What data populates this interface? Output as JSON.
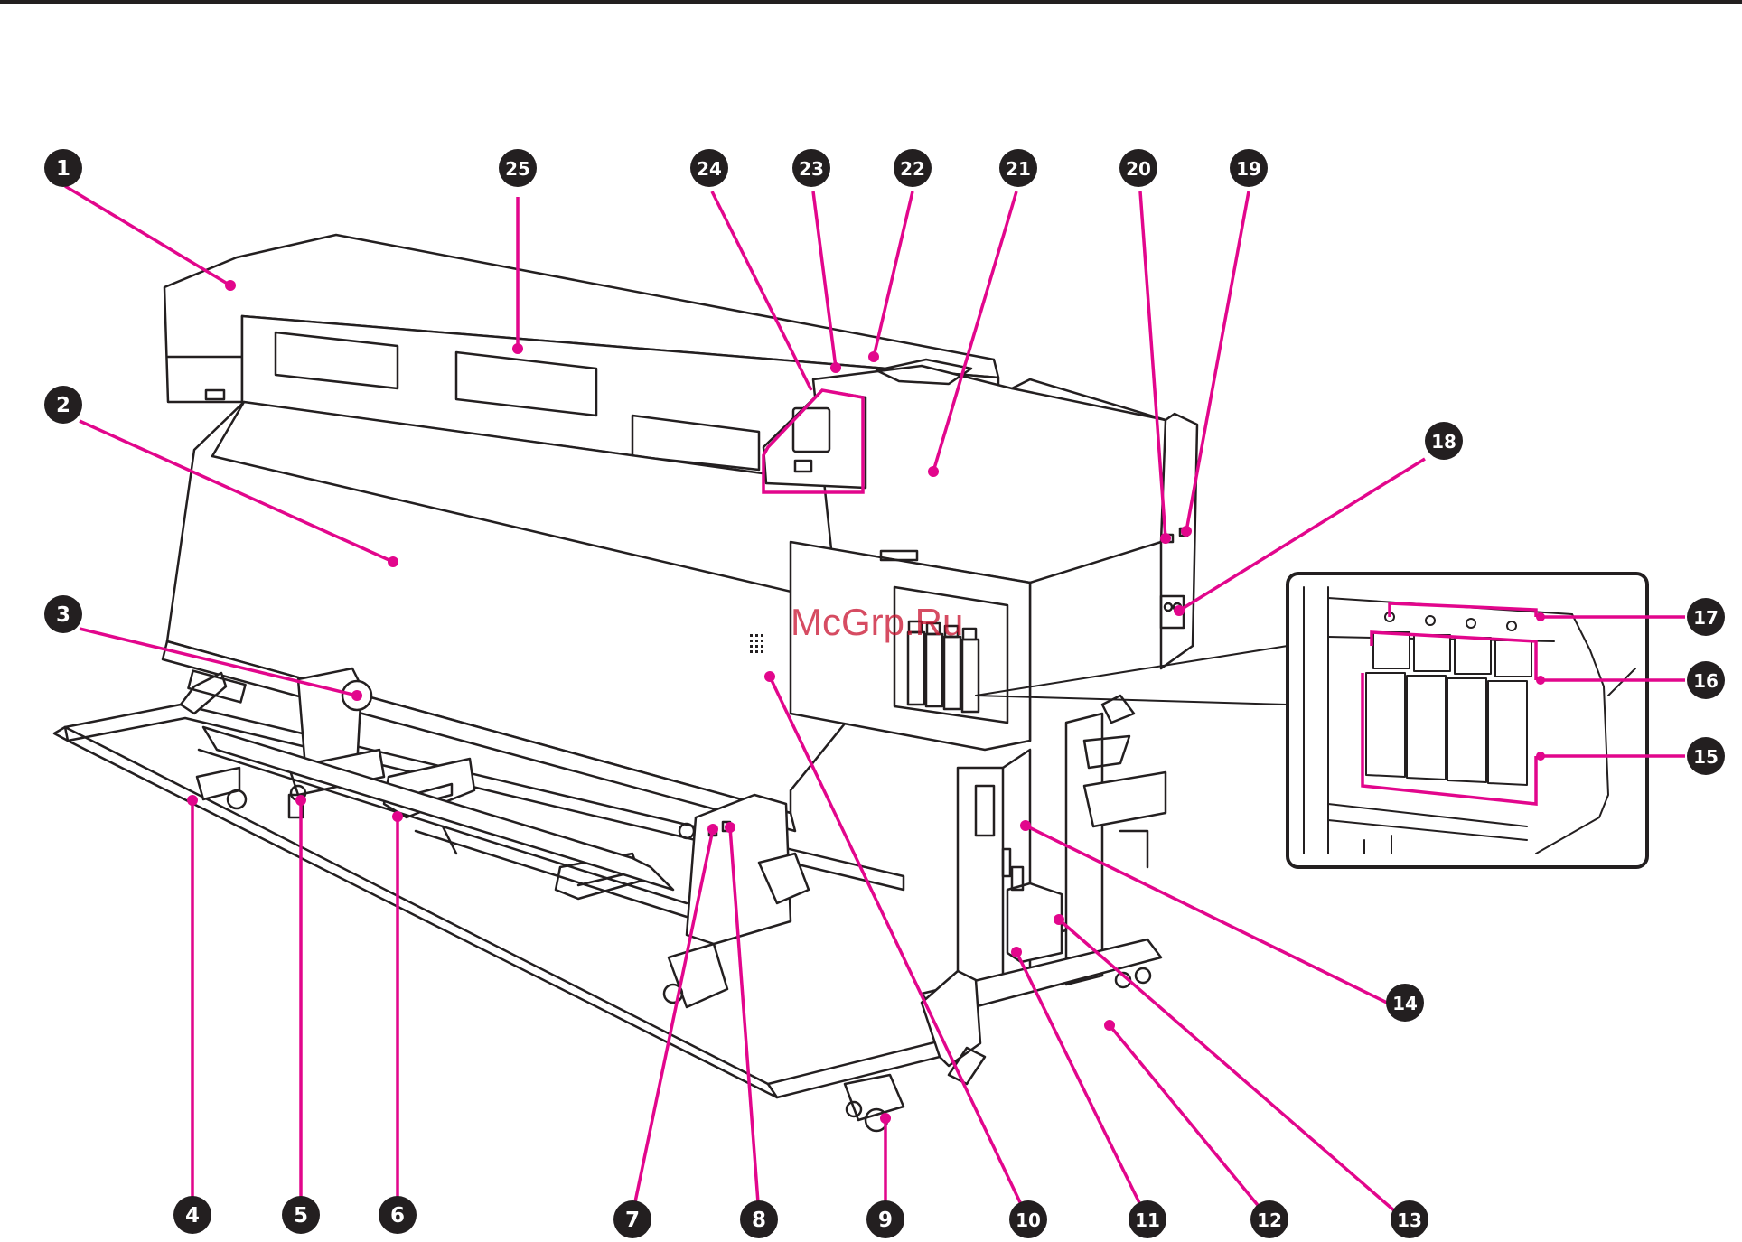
{
  "diagram": {
    "watermark": "McGrp.Ru",
    "callouts": [
      "1",
      "2",
      "3",
      "4",
      "5",
      "6",
      "7",
      "8",
      "9",
      "10",
      "11",
      "12",
      "13",
      "14",
      "15",
      "16",
      "17",
      "18",
      "19",
      "20",
      "21",
      "22",
      "23",
      "24",
      "25"
    ]
  },
  "colors": {
    "leader": "#e2068c",
    "badge": "#231f20",
    "line": "#231f20",
    "watermark": "#c8102e"
  }
}
